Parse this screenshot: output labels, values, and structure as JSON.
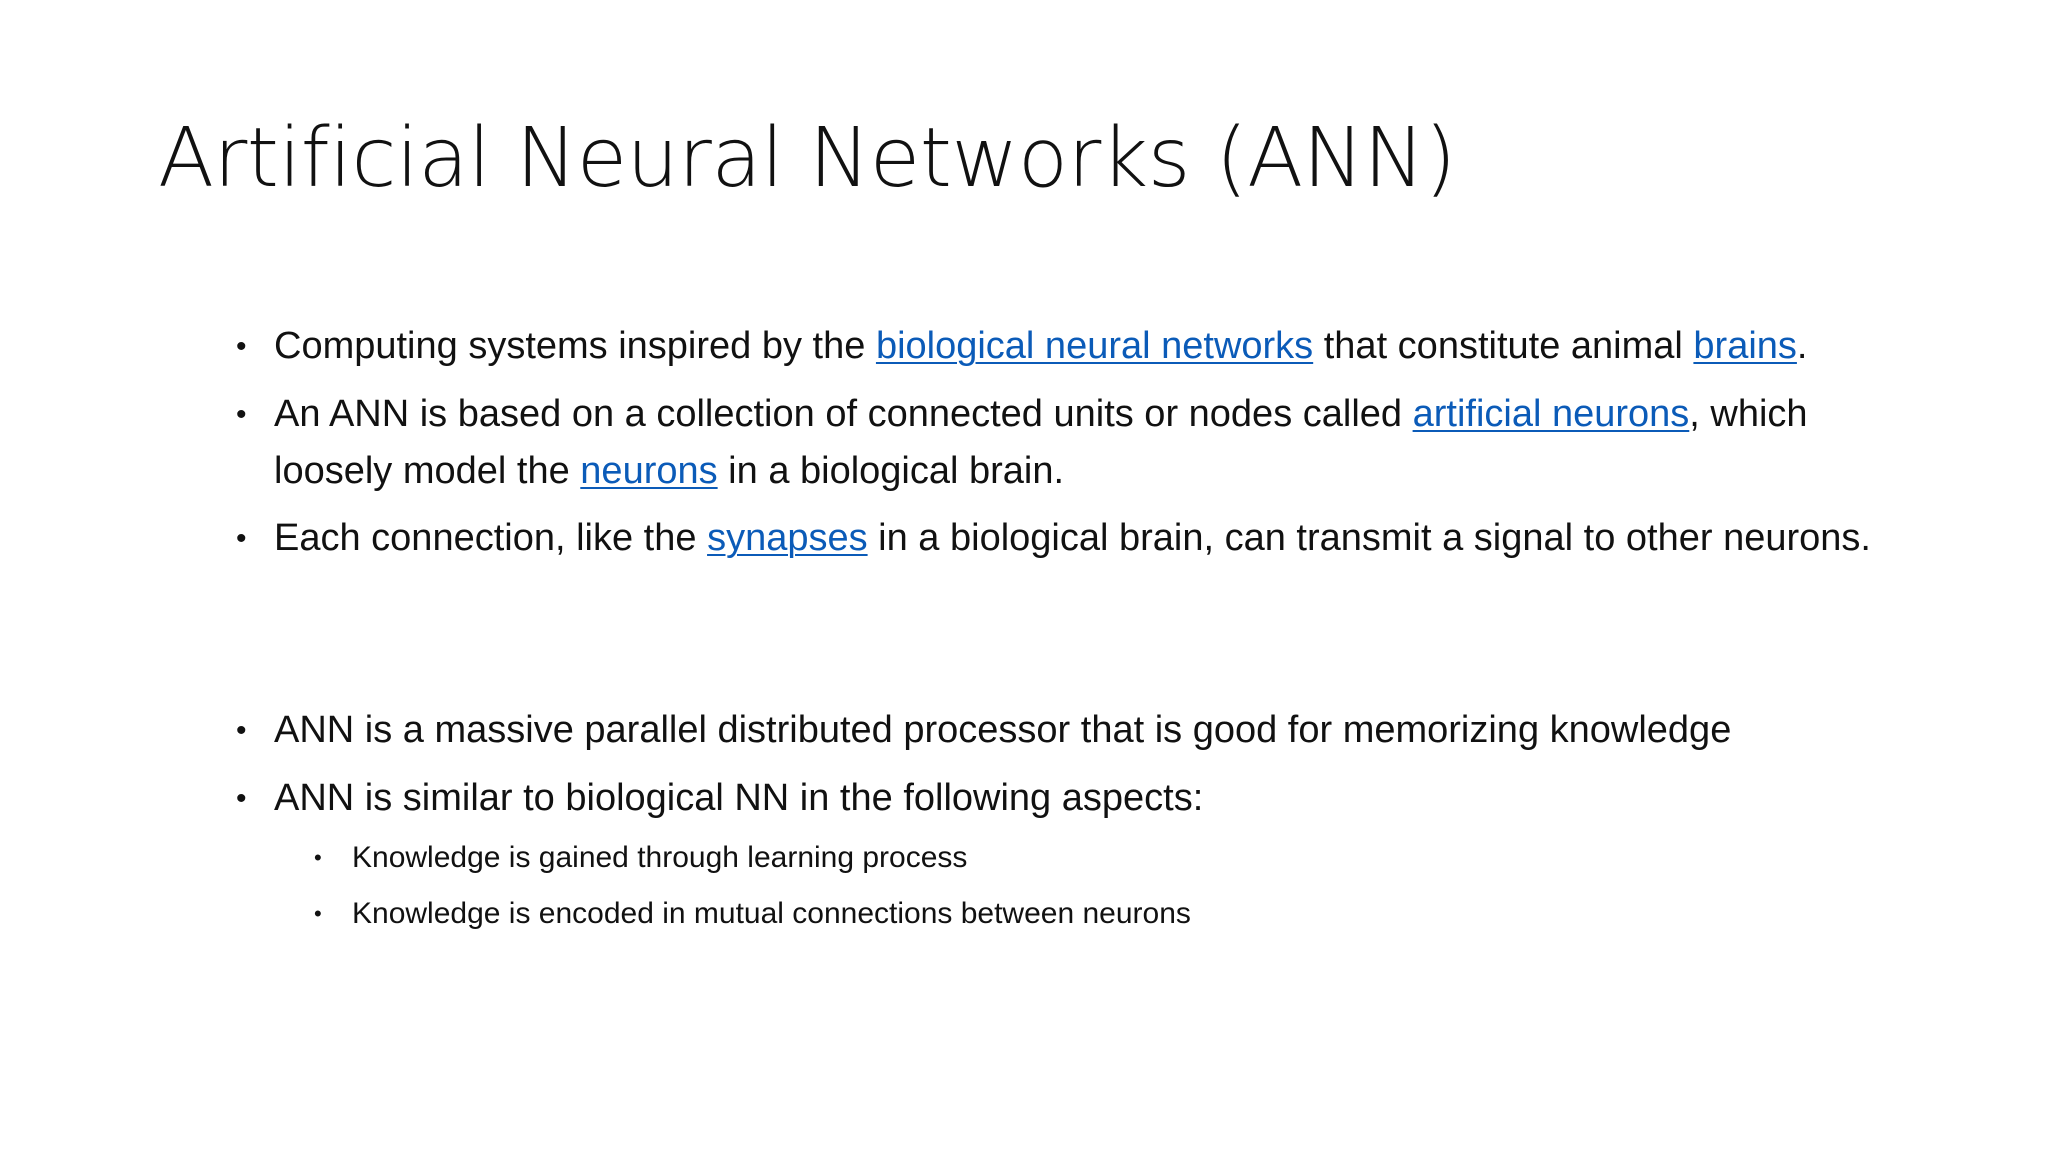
{
  "slide": {
    "title": "Artificial Neural Networks (ANN)",
    "bullet_symbol": "•",
    "bullets": [
      {
        "parts": [
          {
            "text": "Computing systems inspired by the "
          },
          {
            "link": "biological neural networks"
          },
          {
            "text": " that constitute animal "
          },
          {
            "link": "brains"
          },
          {
            "text": "."
          }
        ]
      },
      {
        "parts": [
          {
            "text": "An ANN is based on a collection of connected units or nodes called "
          },
          {
            "link": "artificial neurons"
          },
          {
            "text": ", which loosely model the "
          },
          {
            "link": "neurons"
          },
          {
            "text": " in a biological brain."
          }
        ]
      },
      {
        "parts": [
          {
            "text": "Each connection, like the "
          },
          {
            "link": "synapses"
          },
          {
            "text": " in a biological brain, can transmit a signal to other neurons."
          }
        ]
      },
      {
        "parts": [
          {
            "text": "ANN is a massive parallel distributed processor that is good for memorizing knowledge"
          }
        ]
      },
      {
        "parts": [
          {
            "text": "ANN is similar to biological NN in the following aspects:"
          }
        ]
      }
    ],
    "sub_bullets": [
      "Knowledge is gained through learning process",
      "Knowledge is encoded in mutual connections between neurons"
    ]
  },
  "colors": {
    "text": "#111111",
    "link": "#0b5bb8",
    "background": "#ffffff"
  }
}
